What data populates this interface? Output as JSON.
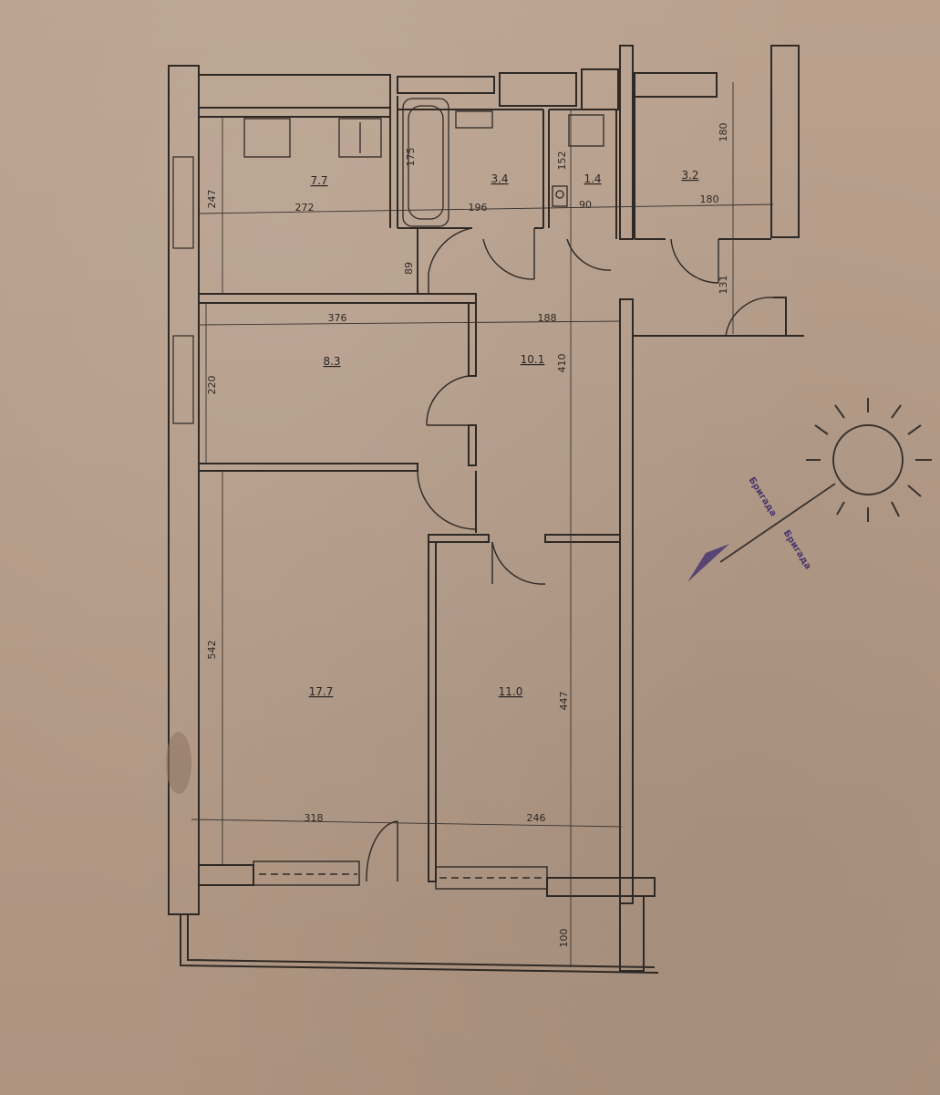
{
  "plan": {
    "rooms": [
      {
        "id": "kitchen",
        "area": "7.7"
      },
      {
        "id": "bath",
        "area": "3.4"
      },
      {
        "id": "wc",
        "area": "1.4"
      },
      {
        "id": "storage",
        "area": "3.2"
      },
      {
        "id": "bedroom-small",
        "area": "8.3"
      },
      {
        "id": "hall",
        "area": "10.1"
      },
      {
        "id": "living",
        "area": "17.7"
      },
      {
        "id": "bedroom",
        "area": "11.0"
      }
    ],
    "dimensions": {
      "d247": "247",
      "d272": "272",
      "d175": "175",
      "d196": "196",
      "d152": "152",
      "d90": "90",
      "d180a": "180",
      "d180b": "180",
      "d89": "89",
      "d131": "131",
      "d376": "376",
      "d188": "188",
      "d220": "220",
      "d410": "410",
      "d542": "542",
      "d447": "447",
      "d318": "318",
      "d246": "246",
      "d100": "100"
    },
    "stamp": {
      "top_text": "Бригада",
      "bottom_text": "Бригада",
      "color": "#4a3670"
    },
    "colors": {
      "paper": "#b39a87",
      "ink": "#2e2925"
    }
  }
}
